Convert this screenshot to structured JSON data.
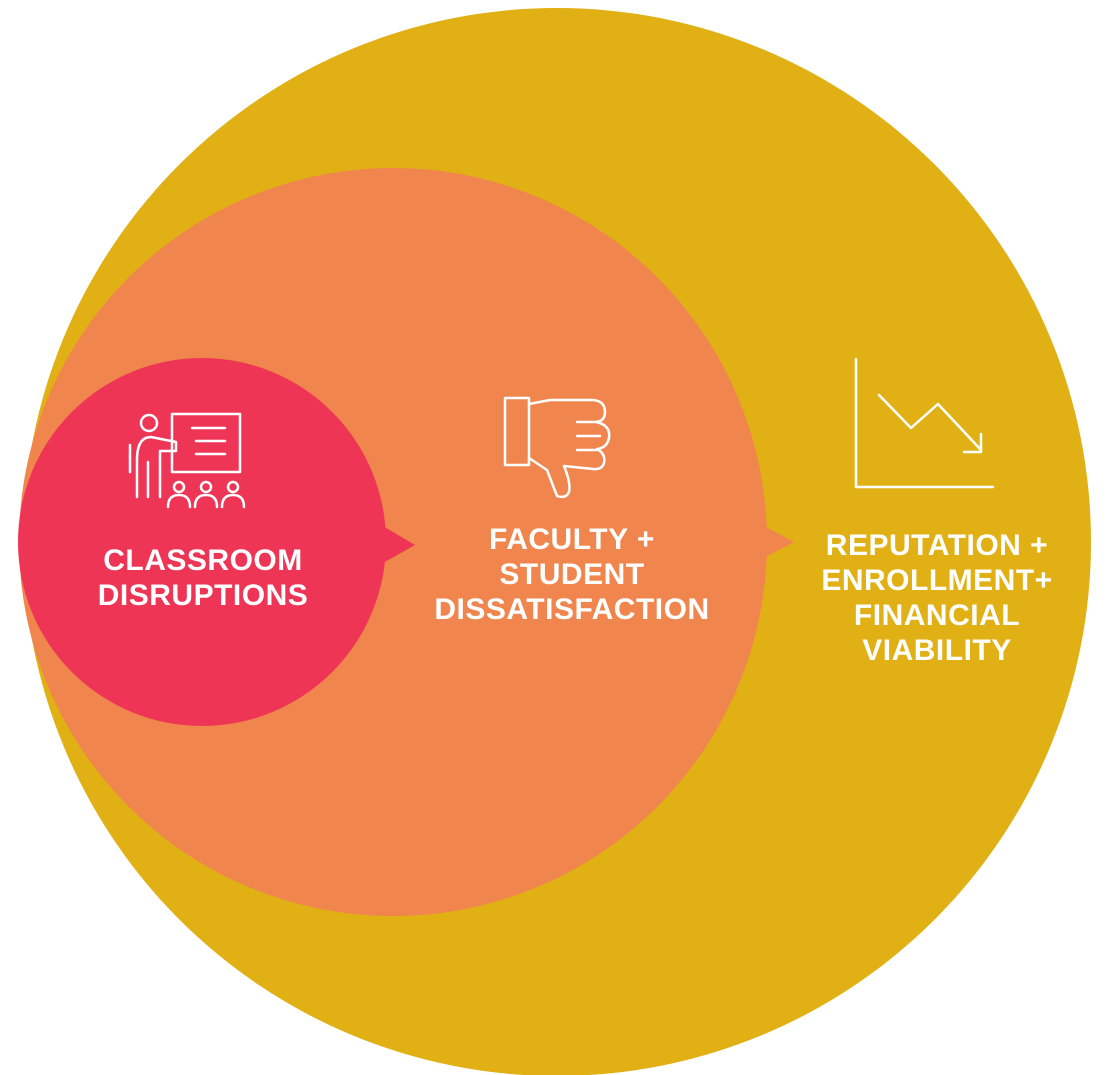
{
  "colors": {
    "outer_circle": "#E0B015",
    "middle_circle": "#F0854D",
    "inner_circle": "#EE3555",
    "text": "#FFFFFF"
  },
  "stages": [
    {
      "id": "classroom",
      "icon": "teacher-presentation-icon",
      "lines": [
        "CLASSROOM",
        "DISRUPTIONS"
      ]
    },
    {
      "id": "faculty",
      "icon": "thumbs-down-icon",
      "lines": [
        "FACULTY +",
        "STUDENT",
        "DISSATISFACTION"
      ]
    },
    {
      "id": "reputation",
      "icon": "declining-chart-icon",
      "lines": [
        "REPUTATION +",
        "ENROLLMENT+",
        "FINANCIAL",
        "VIABILITY"
      ]
    }
  ]
}
